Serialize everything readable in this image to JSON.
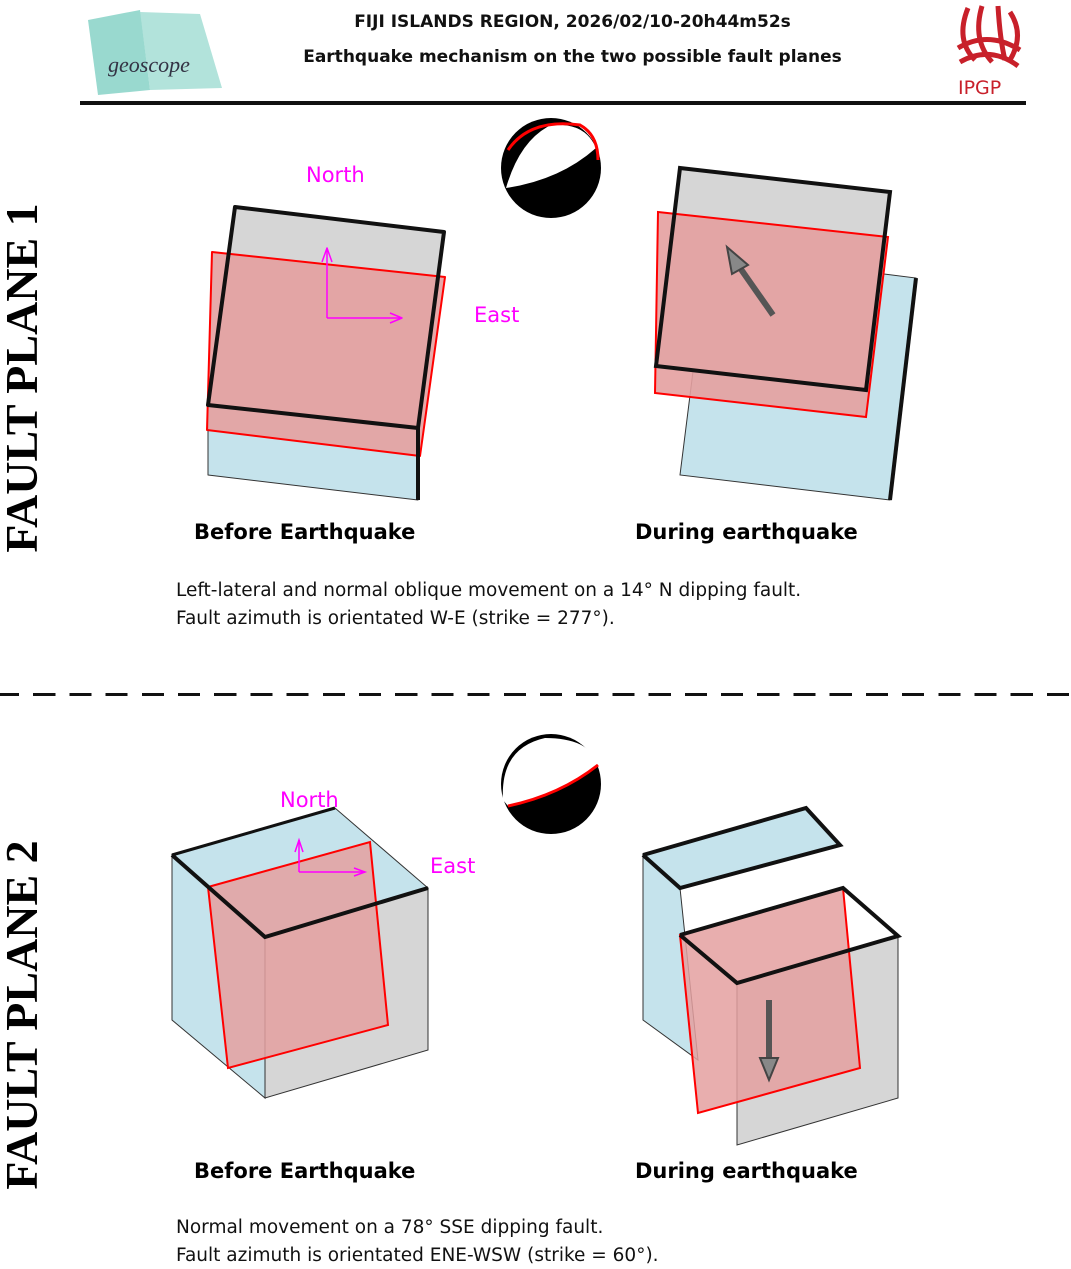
{
  "header": {
    "title": "FIJI ISLANDS REGION, 2026/02/10-20h44m52s",
    "subtitle": "Earthquake mechanism on the two possible fault planes",
    "logo_left": "geoscope",
    "logo_right": "IPGP"
  },
  "plane1": {
    "label": "FAULT PLANE 1",
    "north": "North",
    "east": "East",
    "before": "Before Earthquake",
    "during": "During earthquake",
    "desc_line1": "Left-lateral and normal oblique movement on a 14° N dipping fault.",
    "desc_line2": "Fault azimuth is orientated W-E (strike = 277°)."
  },
  "plane2": {
    "label": "FAULT PLANE 2",
    "north": "North",
    "east": "East",
    "before": "Before Earthquake",
    "during": "During earthquake",
    "desc_line1": "Normal movement on a 78° SSE dipping fault.",
    "desc_line2": "Fault azimuth is orientated ENE-WSW (strike = 60°)."
  },
  "colors": {
    "fault": "#ff0000",
    "block_blue": "#c5e3ec",
    "block_gray": "#d3d3d3",
    "plane_fill": "#e8a0a0",
    "axis": "#ff00ff"
  }
}
